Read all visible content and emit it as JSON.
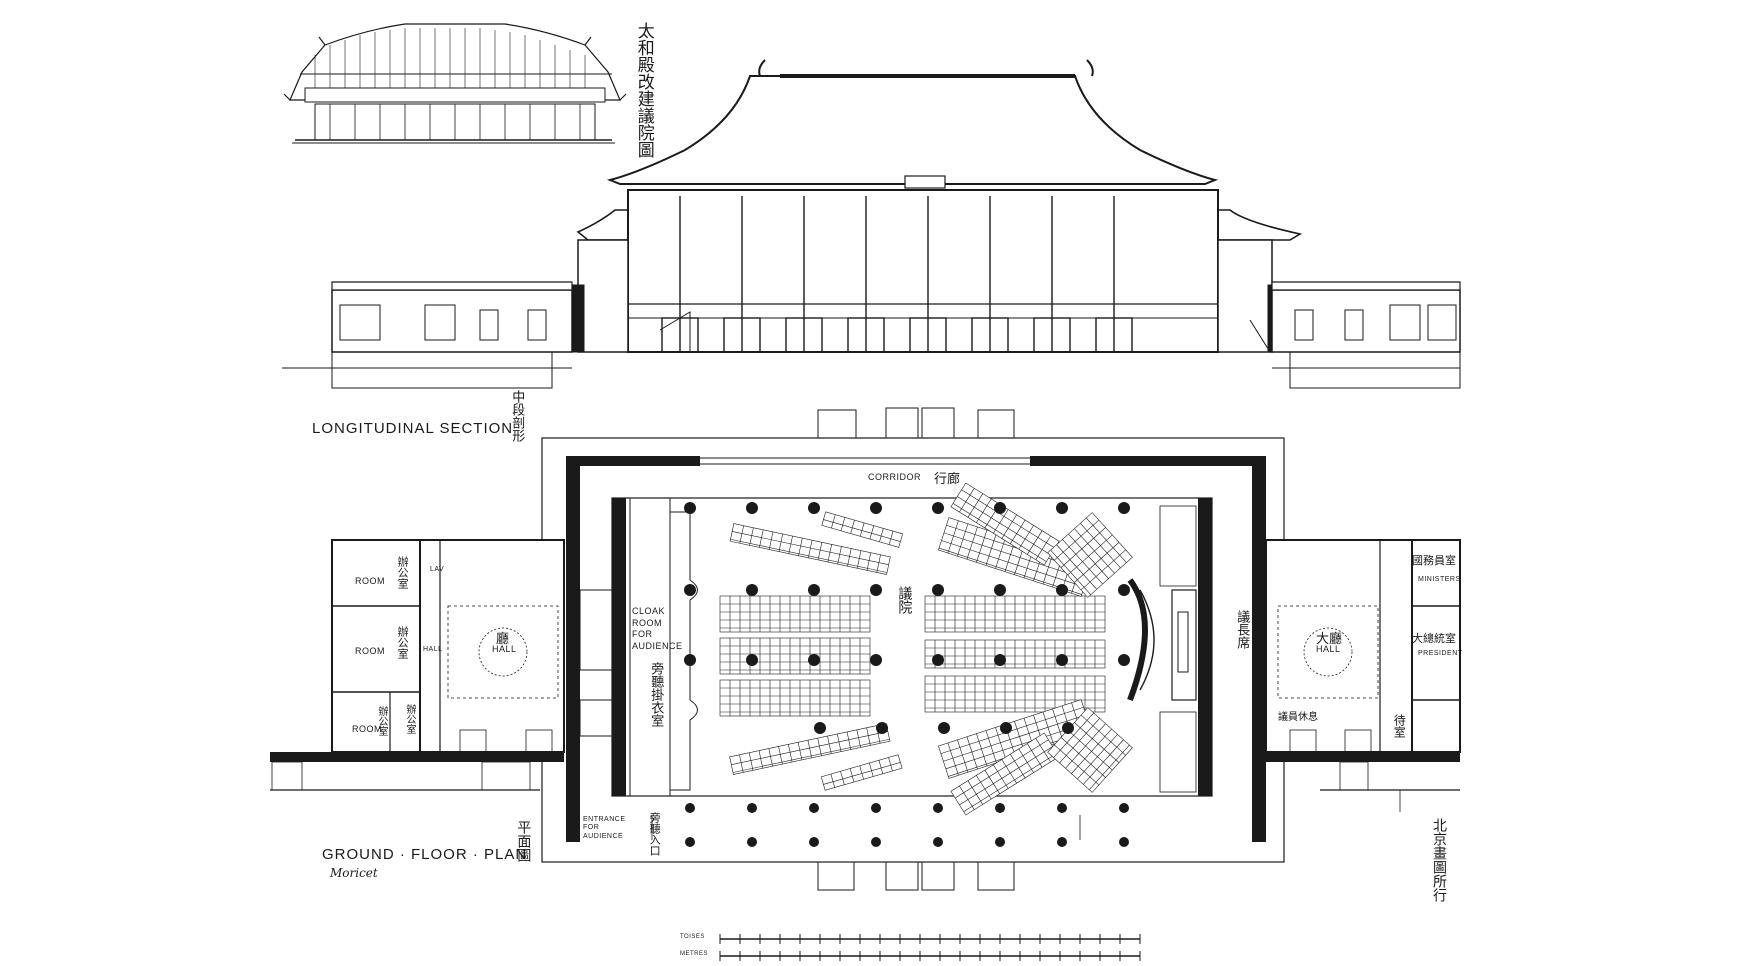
{
  "drawing": {
    "elevation_caption_cn": "太和殿改建議院圖",
    "section_title": "LONGITUDINAL SECTION",
    "section_title_cn": "中段剖形",
    "plan_title": "GROUND · FLOOR · PLAN",
    "plan_title_cn": "平面圖",
    "plan_signature": "Moricet",
    "publisher_cn": "北京畫圖所行",
    "plan_labels": {
      "corridor": "CORRIDOR",
      "corridor_cn": "行廊",
      "chamber_cn": "議院",
      "cloak_room": "CLOAK ROOM FOR AUDIENCE",
      "cloak_room_cn": "旁聽掛衣室",
      "entrance": "ENTRANCE FOR AUDIENCE",
      "entrance_cn": "旁聽入口",
      "left_hall": "HALL",
      "left_hall_cn": "廳",
      "right_hall": "HALL",
      "right_hall_cn": "大廳",
      "room_1": "ROOM",
      "room_1_cn": "辦公室",
      "room_2": "ROOM",
      "room_2_cn": "辦公室",
      "room_3": "ROOM",
      "room_3_cn": "辦公室",
      "room_4_cn": "辦公室",
      "hall_small": "HALL",
      "lav": "LAV",
      "ministers": "MINISTERS",
      "ministers_cn": "國務員室",
      "president": "PRESIDENT",
      "president_cn": "大總統室",
      "president_stand_cn": "議長席",
      "staff_cn": "議員休息",
      "right_small_cn": "待室"
    },
    "scale_bar_1": "TOISES",
    "scale_bar_2": "METRES"
  },
  "palette": {
    "ink": "#1a1a1a",
    "paper": "#ffffff",
    "hatch": "#555555"
  }
}
